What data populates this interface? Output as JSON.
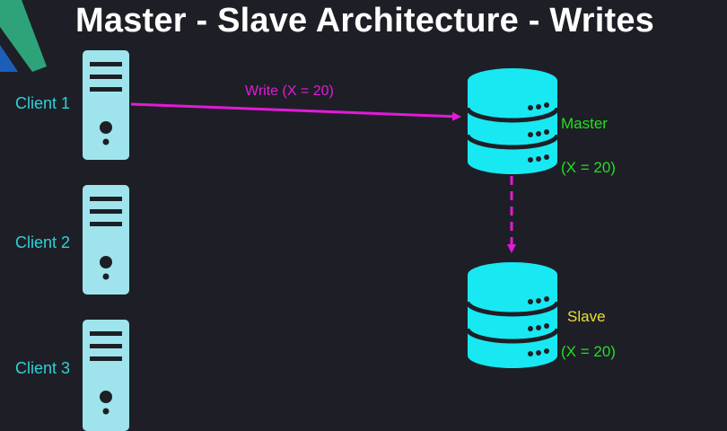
{
  "title": "Master - Slave Architecture - Writes",
  "clients": [
    {
      "label": "Client 1"
    },
    {
      "label": "Client 2"
    },
    {
      "label": "Client 3"
    }
  ],
  "write_arrow": {
    "label": "Write (X = 20)"
  },
  "master": {
    "label": "Master",
    "value": "(X = 20)"
  },
  "slave": {
    "label": "Slave",
    "value": "(X = 20)"
  },
  "colors": {
    "background": "#1e1f26",
    "server": "#9fe4ec",
    "database": "#18e8f2",
    "arrow": "#e31ad8",
    "client_text": "#2fd0d9",
    "master_text": "#22e01f",
    "slave_text": "#e8e035"
  }
}
